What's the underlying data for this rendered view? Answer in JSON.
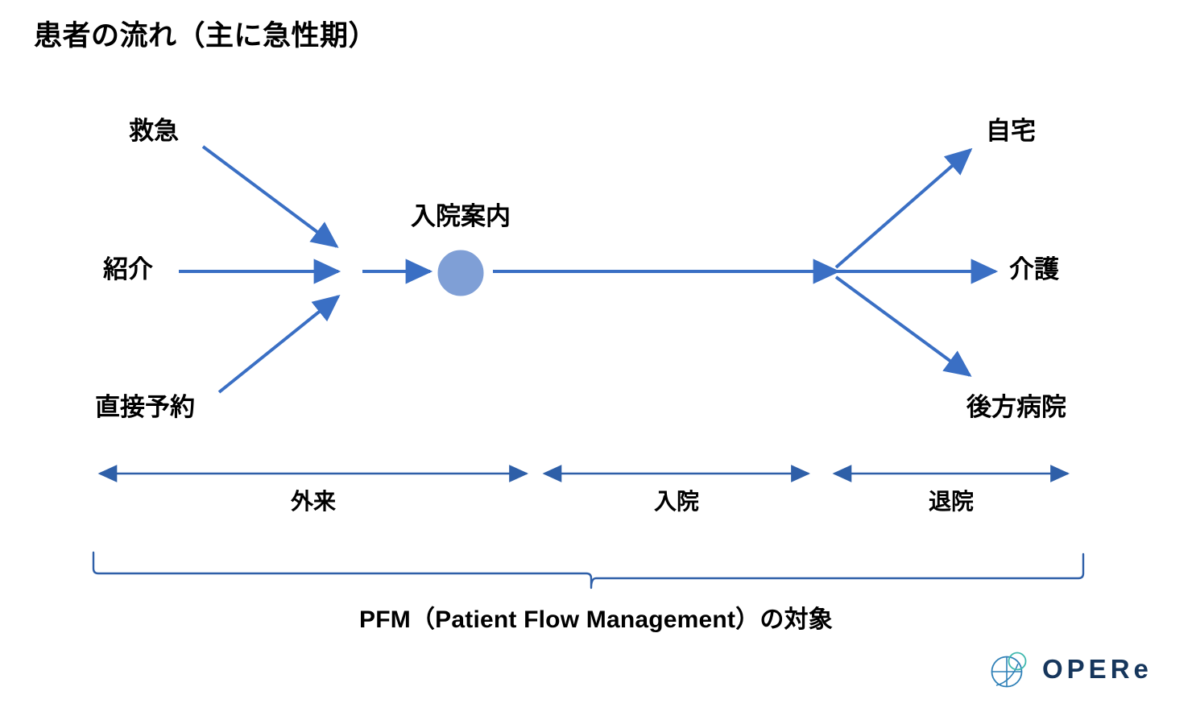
{
  "page": {
    "title": "患者の流れ（主に急性期）",
    "background_color": "#ffffff"
  },
  "colors": {
    "arrow_blue": "#3a6fc4",
    "node_fill": "#7f9fd6",
    "node_stroke": "#7f9fd6",
    "bracket_blue": "#2e5fa8",
    "text_black": "#000000",
    "logo_navy": "#16365c",
    "logo_blue": "#2f80b7",
    "logo_teal": "#3fb8ae"
  },
  "diagram": {
    "type": "flow",
    "inputs": [
      {
        "id": "kyukyu",
        "label": "救急"
      },
      {
        "id": "shokai",
        "label": "紹介"
      },
      {
        "id": "chokusetsu",
        "label": "直接予約"
      }
    ],
    "center_node": {
      "id": "nyuin-annai",
      "label": "入院案内",
      "shape": "circle"
    },
    "outputs": [
      {
        "id": "jitaku",
        "label": "自宅"
      },
      {
        "id": "kaigo",
        "label": "介護"
      },
      {
        "id": "kouhou",
        "label": "後方病院"
      }
    ],
    "phases": [
      {
        "id": "gairai",
        "label": "外来"
      },
      {
        "id": "nyuin",
        "label": "入院"
      },
      {
        "id": "taiin",
        "label": "退院"
      }
    ],
    "scope_caption": "PFM（Patient Flow Management）の対象"
  },
  "brand": {
    "wordmark": "OPERe",
    "mark_name": "opere-logo-mark"
  }
}
